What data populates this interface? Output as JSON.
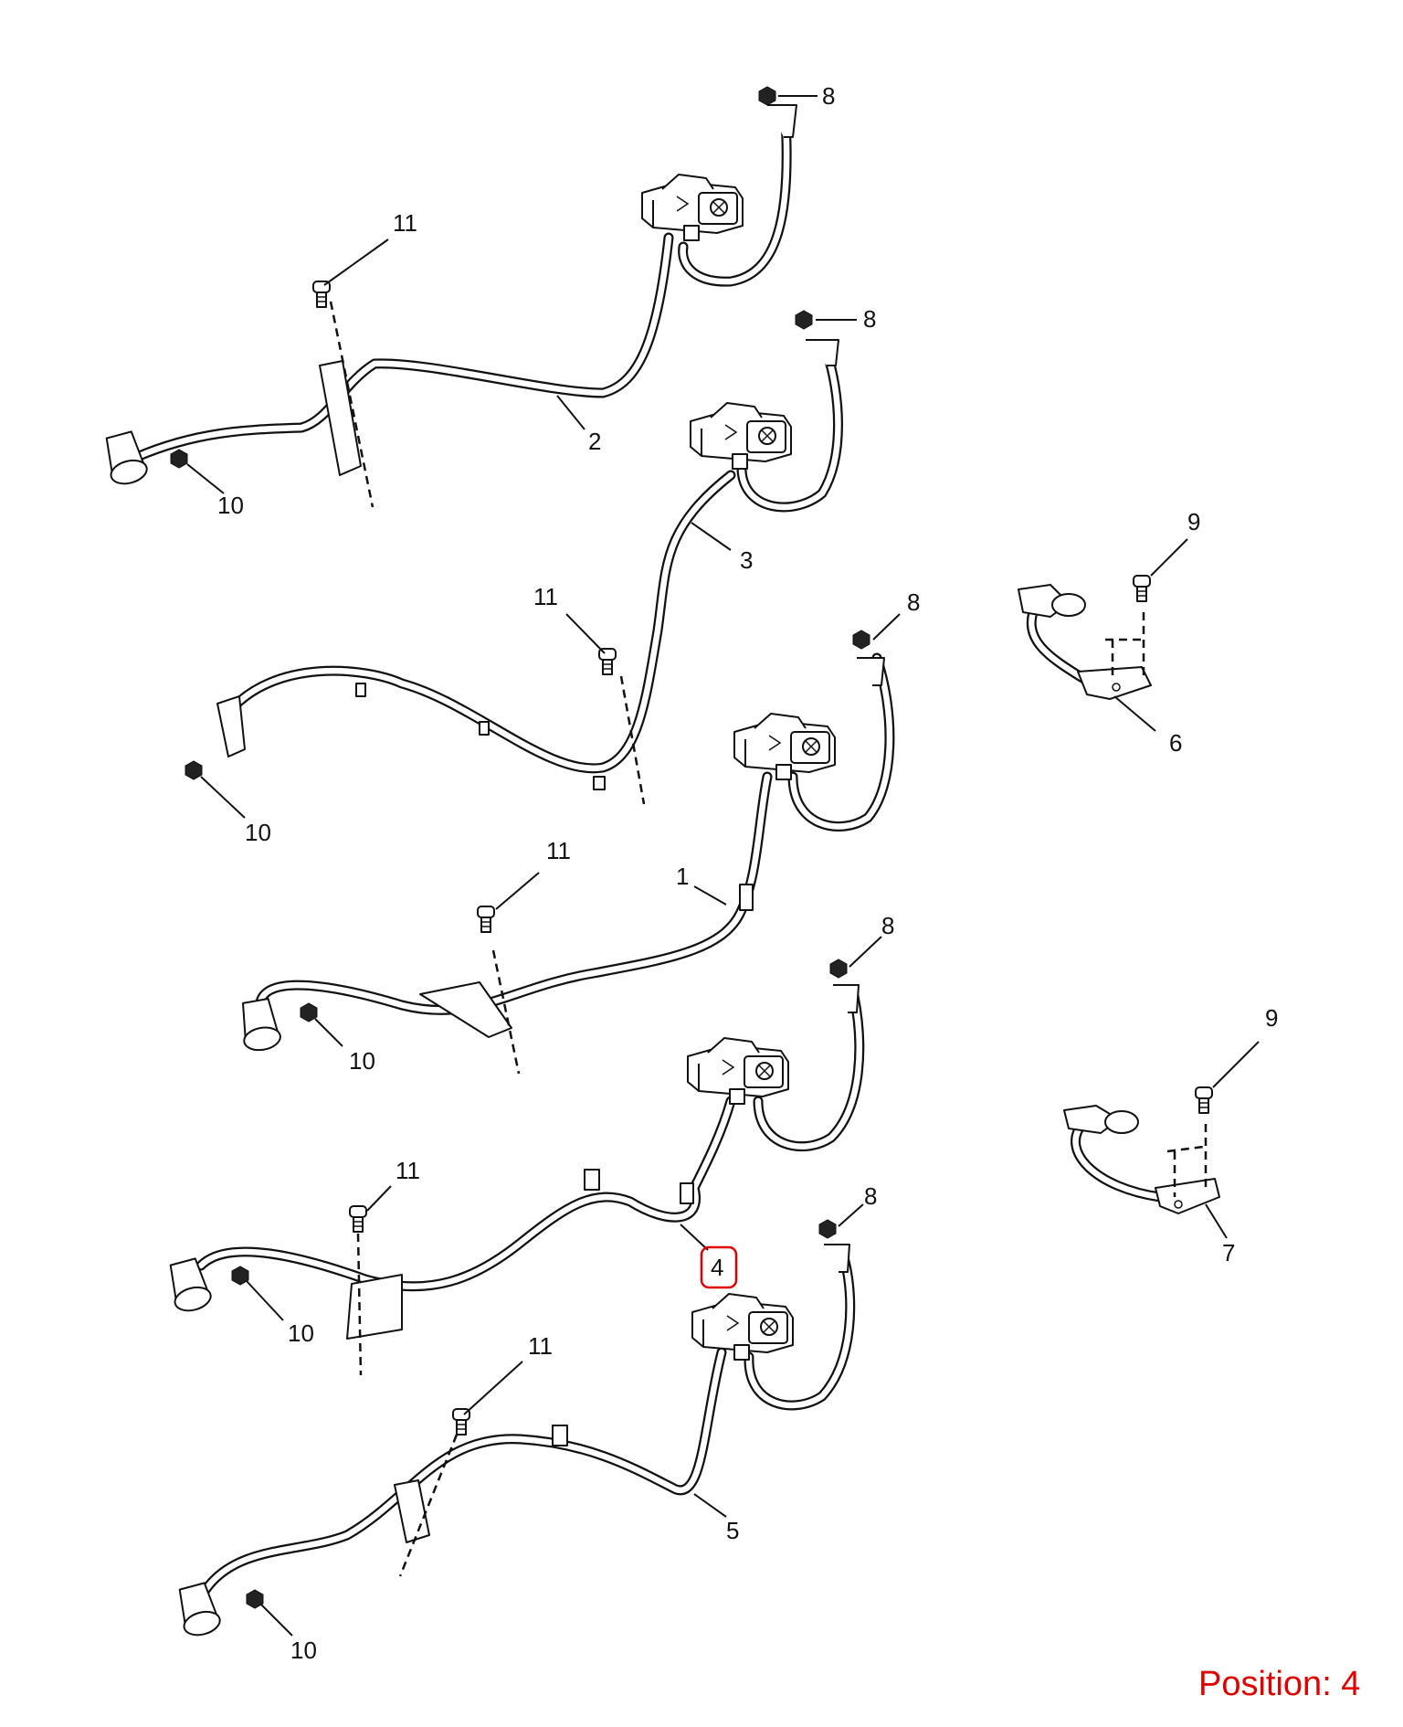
{
  "callouts": [
    {
      "id": "c8a",
      "label": "8"
    },
    {
      "id": "c11a",
      "label": "11"
    },
    {
      "id": "c2",
      "label": "2"
    },
    {
      "id": "c10a",
      "label": "10"
    },
    {
      "id": "c8b",
      "label": "8"
    },
    {
      "id": "c3",
      "label": "3"
    },
    {
      "id": "c11b",
      "label": "11"
    },
    {
      "id": "c10b",
      "label": "10"
    },
    {
      "id": "c8c",
      "label": "8"
    },
    {
      "id": "c9a",
      "label": "9"
    },
    {
      "id": "c6",
      "label": "6"
    },
    {
      "id": "c11c",
      "label": "11"
    },
    {
      "id": "c1",
      "label": "1"
    },
    {
      "id": "c10c",
      "label": "10"
    },
    {
      "id": "c8d",
      "label": "8"
    },
    {
      "id": "c9b",
      "label": "9"
    },
    {
      "id": "c11d",
      "label": "11"
    },
    {
      "id": "c4",
      "label": "4"
    },
    {
      "id": "c8e",
      "label": "8"
    },
    {
      "id": "c7",
      "label": "7"
    },
    {
      "id": "c10d",
      "label": "10"
    },
    {
      "id": "c11e",
      "label": "11"
    },
    {
      "id": "c5",
      "label": "5"
    },
    {
      "id": "c10e",
      "label": "10"
    }
  ],
  "highlight": {
    "label": "4",
    "color": "#e00000"
  },
  "position_label": "Position: 4",
  "colors": {
    "line": "#111111",
    "highlight": "#e00000",
    "background": "#ffffff"
  }
}
